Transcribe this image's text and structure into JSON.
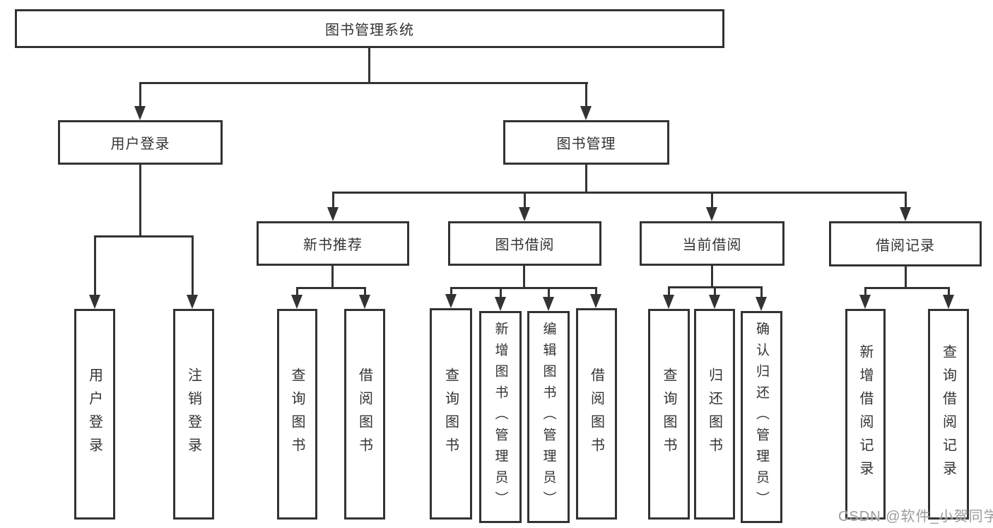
{
  "colors": {
    "line": "#333333",
    "text": "#333333",
    "box_background": "#ffffff",
    "page_background": "#ffffff",
    "watermark": "#9c9c9c"
  },
  "watermark": "CSDN @软件_小贺同学",
  "tree": {
    "label": "图书管理系统",
    "children": [
      {
        "label": "用户登录",
        "children": [
          {
            "label": "用户登录"
          },
          {
            "label": "注销登录"
          }
        ]
      },
      {
        "label": "图书管理",
        "children": [
          {
            "label": "新书推荐",
            "children": [
              {
                "label": "查询图书"
              },
              {
                "label": "借阅图书"
              }
            ]
          },
          {
            "label": "图书借阅",
            "children": [
              {
                "label": "查询图书"
              },
              {
                "label": "新增图书（管理员）"
              },
              {
                "label": "编辑图书（管理员）"
              },
              {
                "label": "借阅图书"
              }
            ]
          },
          {
            "label": "当前借阅",
            "children": [
              {
                "label": "查询图书"
              },
              {
                "label": "归还图书"
              },
              {
                "label": "确认归还（管理员）"
              }
            ]
          },
          {
            "label": "借阅记录",
            "children": [
              {
                "label": "新增借阅记录"
              },
              {
                "label": "查询借阅记录"
              }
            ]
          }
        ]
      }
    ]
  }
}
